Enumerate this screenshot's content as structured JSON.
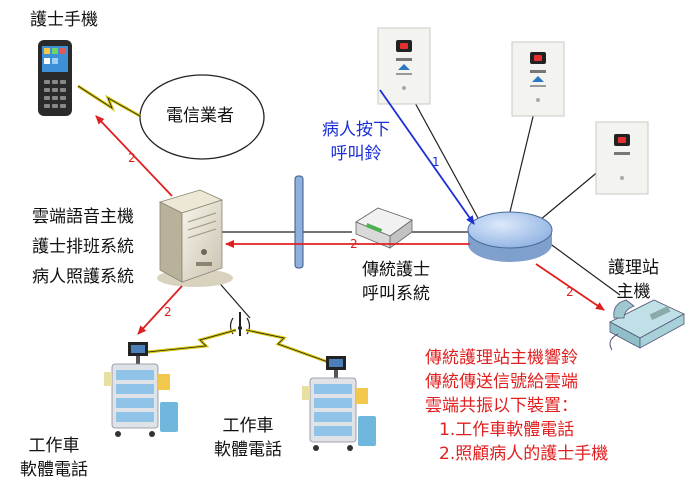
{
  "labels": {
    "nurse_phone": "護士手機",
    "telecom": "電信業者",
    "cloud_host": [
      "雲端語音主機",
      "護士排班系統",
      "病人照護系統"
    ],
    "patient_press": [
      "病人按下",
      "呼叫鈴"
    ],
    "traditional_system": [
      "傳統護士",
      "呼叫系統"
    ],
    "nurse_station": [
      "護理站",
      "主機"
    ],
    "cart_left": [
      "工作車",
      "軟體電話"
    ],
    "cart_right": [
      "工作車",
      "軟體電話"
    ]
  },
  "arrow_marks": {
    "to_phone": "2",
    "to_cart": "2",
    "to_host": "2",
    "to_station": "2",
    "patient_call": "1"
  },
  "notes": [
    "傳統護理站主機響鈴",
    "傳統傳送信號給雲端",
    "雲端共振以下裝置：",
    "1.工作車軟體電話",
    "2.照顧病人的護士手機"
  ],
  "colors": {
    "signal_red": "#e02020",
    "patient_blue": "#1a2fd6",
    "router_blue": "#a8c6ee"
  }
}
